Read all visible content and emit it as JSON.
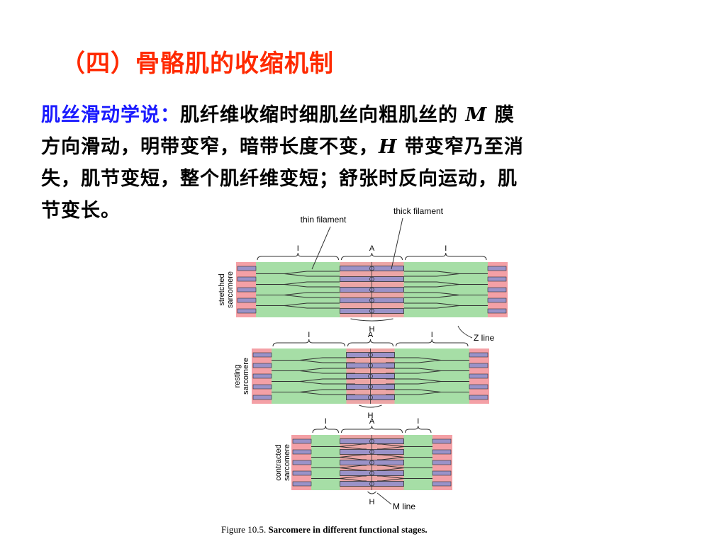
{
  "title": "（四）骨骼肌的收缩机制",
  "theory": {
    "term": "肌丝滑动学说：",
    "line1_a": "肌纤维收缩时细肌丝向粗肌丝的 ",
    "line1_m": "M",
    "line1_b": " 膜",
    "line2_a": "方向滑动，明带变窄，暗带长度不变，",
    "line2_h": "H",
    "line2_b": " 带变窄乃至消",
    "line3": "失，肌节变短，整个肌纤维变短；舒张时反向运动，肌",
    "line4": "节变长。"
  },
  "figure": {
    "label_thin": "thin filament",
    "label_thick": "thick filament",
    "label_zline": "Z line",
    "label_mline": "M line",
    "band_i": "I",
    "band_a": "A",
    "band_h": "H",
    "stage_stretched": [
      "stretched",
      "sarcomere"
    ],
    "stage_resting": [
      "resting",
      "sarcomere"
    ],
    "stage_contracted": [
      "contracted",
      "sarcomere"
    ],
    "colors": {
      "green": "#a6dea6",
      "pink": "#f4a0a6",
      "purple": "#9a92c8",
      "line": "#333333"
    }
  },
  "caption": {
    "prefix": "Figure 10.5. ",
    "bold": "Sarcomere in different functional stages."
  }
}
